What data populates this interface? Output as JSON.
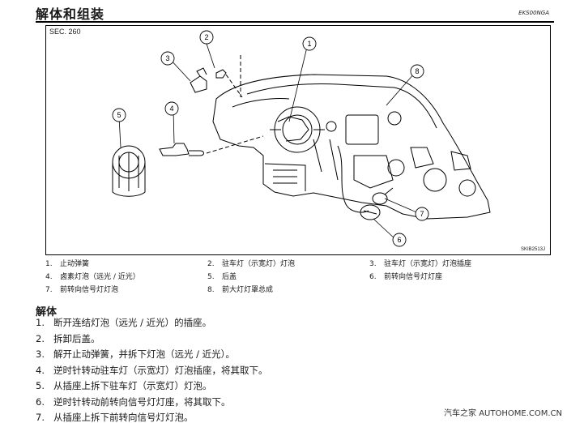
{
  "header": {
    "title": "解体和组装",
    "doc_code": "EKS00NGA"
  },
  "figure": {
    "section": "SEC. 260",
    "code": "SKIB2513J",
    "callouts": [
      "1",
      "2",
      "3",
      "4",
      "5",
      "6",
      "7",
      "8"
    ]
  },
  "legend": [
    {
      "num": "1.",
      "label": "止动弹簧"
    },
    {
      "num": "2.",
      "label": "驻车灯（示宽灯）灯泡"
    },
    {
      "num": "3.",
      "label": "驻车灯（示宽灯）灯泡插座"
    },
    {
      "num": "4.",
      "label": "卤素灯泡（远光 / 近光）"
    },
    {
      "num": "5.",
      "label": "后盖"
    },
    {
      "num": "6.",
      "label": "前转向信号灯灯座"
    },
    {
      "num": "7.",
      "label": "前转向信号灯灯泡"
    },
    {
      "num": "8.",
      "label": "前大灯灯罩总成"
    }
  ],
  "section": {
    "heading": "解体",
    "steps": [
      {
        "num": "1.",
        "text": "断开连结灯泡（远光 / 近光）的插座。"
      },
      {
        "num": "2.",
        "text": "拆卸后盖。"
      },
      {
        "num": "3.",
        "text": "解开止动弹簧，并拆下灯泡（远光 / 近光）。"
      },
      {
        "num": "4.",
        "text": "逆时针转动驻车灯（示宽灯）灯泡插座，将其取下。"
      },
      {
        "num": "5.",
        "text": "从插座上拆下驻车灯（示宽灯）灯泡。"
      },
      {
        "num": "6.",
        "text": "逆时针转动前转向信号灯灯座，将其取下。"
      },
      {
        "num": "7.",
        "text": "从插座上拆下前转向信号灯灯泡。"
      }
    ]
  },
  "watermark": "汽车之家 AUTOHOME.COM.CN"
}
